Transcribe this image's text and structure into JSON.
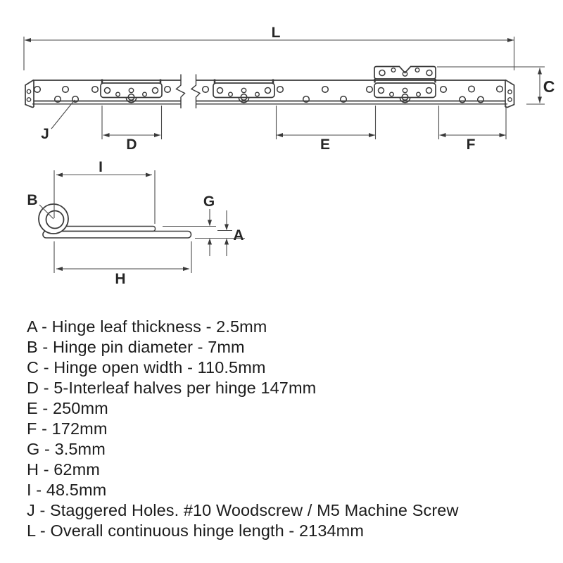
{
  "page": {
    "background_color": "#ffffff",
    "line_color": "#3a3a3a",
    "dimension_line_color": "#4a4a4a",
    "text_color": "#1c1c1c"
  },
  "diagram": {
    "type": "hinge-technical-drawing",
    "labels": {
      "L": "L",
      "C": "C",
      "D": "D",
      "E": "E",
      "F": "F",
      "J": "J",
      "B": "B",
      "I": "I",
      "G": "G",
      "A": "A",
      "H": "H"
    }
  },
  "legend": {
    "items": [
      "A - Hinge leaf thickness - 2.5mm",
      "B - Hinge pin diameter - 7mm",
      "C - Hinge open width - 110.5mm",
      "D - 5-Interleaf halves per hinge 147mm",
      "E - 250mm",
      "F - 172mm",
      "G - 3.5mm",
      "H - 62mm",
      "I - 48.5mm",
      "J - Staggered Holes. #10 Woodscrew / M5 Machine Screw",
      "L - Overall continuous hinge length - 2134mm"
    ]
  }
}
